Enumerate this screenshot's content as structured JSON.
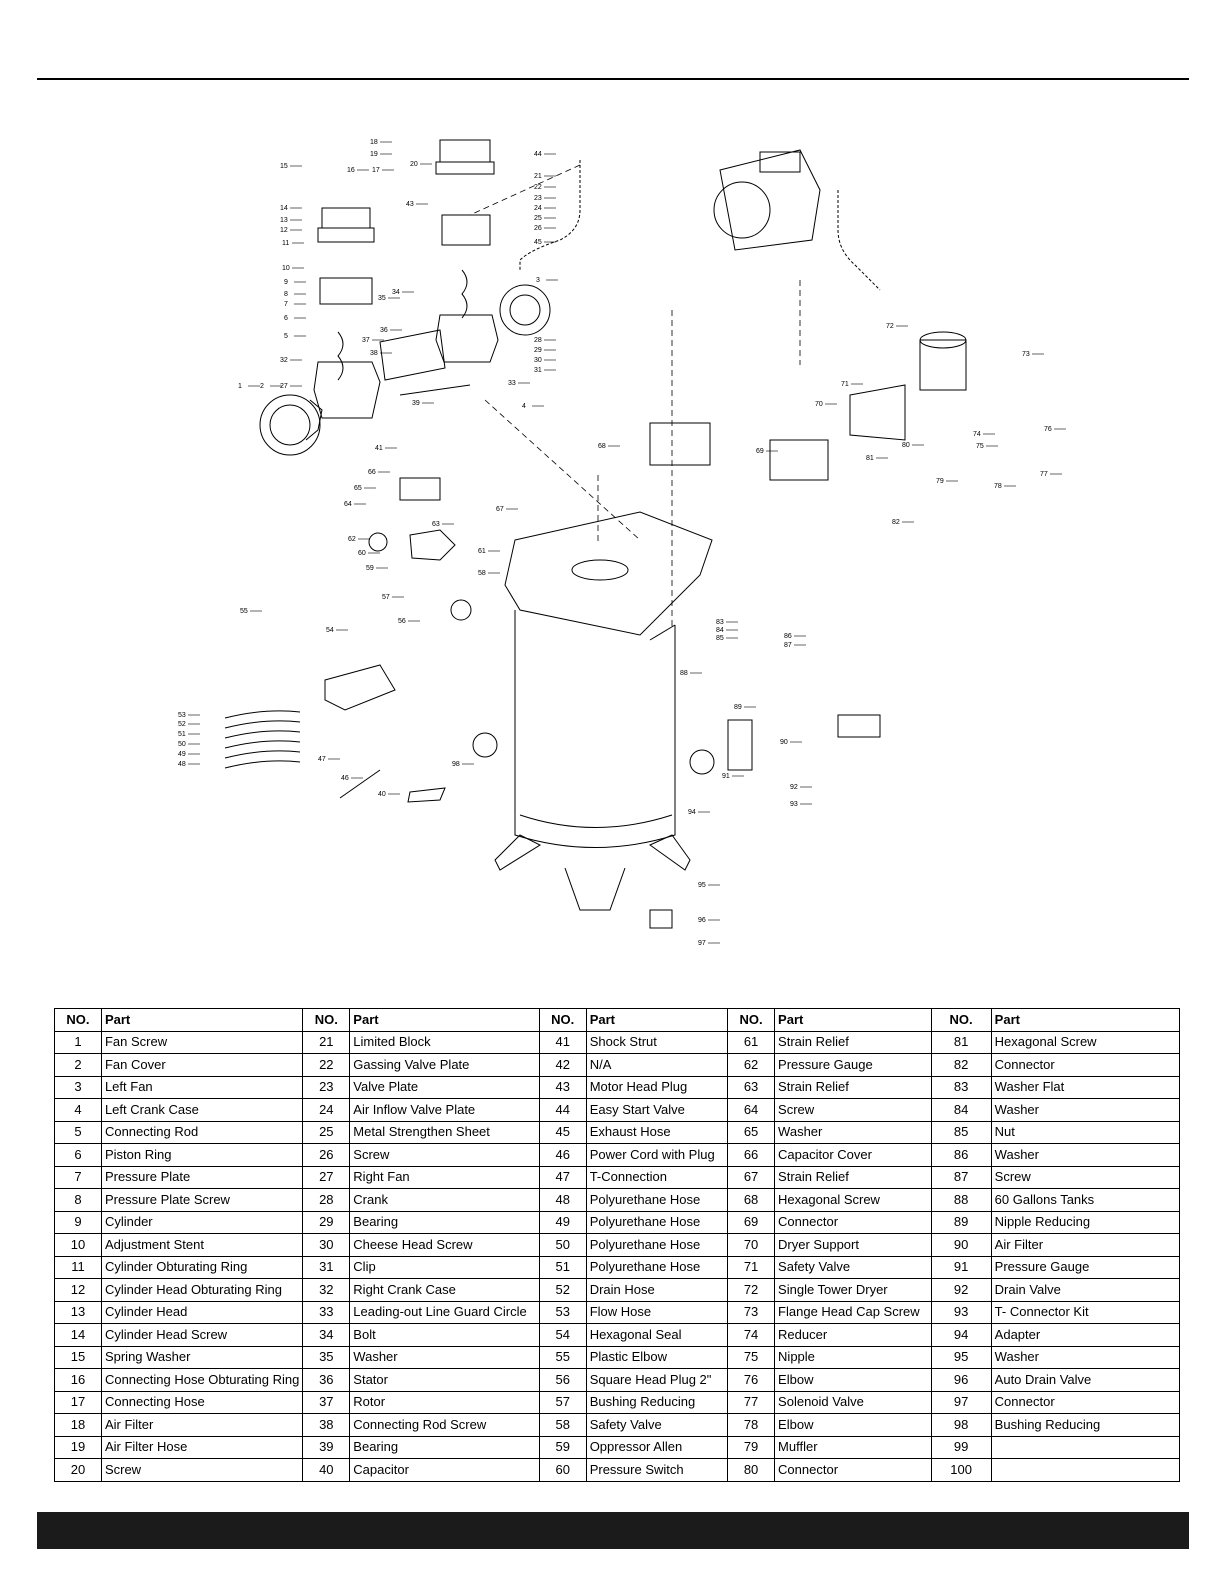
{
  "table": {
    "header_no": "NO.",
    "header_part": "Part",
    "rows": [
      [
        {
          "no": "1",
          "part": "Fan Screw"
        },
        {
          "no": "21",
          "part": "Limited Block"
        },
        {
          "no": "41",
          "part": "Shock Strut"
        },
        {
          "no": "61",
          "part": "Strain Relief"
        },
        {
          "no": "81",
          "part": "Hexagonal Screw"
        }
      ],
      [
        {
          "no": "2",
          "part": "Fan Cover"
        },
        {
          "no": "22",
          "part": "Gassing Valve Plate"
        },
        {
          "no": "42",
          "part": "N/A"
        },
        {
          "no": "62",
          "part": "Pressure Gauge"
        },
        {
          "no": "82",
          "part": "Connector"
        }
      ],
      [
        {
          "no": "3",
          "part": "Left Fan"
        },
        {
          "no": "23",
          "part": "Valve Plate"
        },
        {
          "no": "43",
          "part": "Motor Head Plug"
        },
        {
          "no": "63",
          "part": "Strain Relief"
        },
        {
          "no": "83",
          "part": "Washer Flat"
        }
      ],
      [
        {
          "no": "4",
          "part": "Left Crank Case"
        },
        {
          "no": "24",
          "part": "Air Inflow Valve Plate"
        },
        {
          "no": "44",
          "part": "Easy Start Valve"
        },
        {
          "no": "64",
          "part": "Screw"
        },
        {
          "no": "84",
          "part": "Washer"
        }
      ],
      [
        {
          "no": "5",
          "part": "Connecting Rod"
        },
        {
          "no": "25",
          "part": "Metal Strengthen Sheet"
        },
        {
          "no": "45",
          "part": "Exhaust Hose"
        },
        {
          "no": "65",
          "part": "Washer"
        },
        {
          "no": "85",
          "part": "Nut"
        }
      ],
      [
        {
          "no": "6",
          "part": "Piston Ring"
        },
        {
          "no": "26",
          "part": "Screw"
        },
        {
          "no": "46",
          "part": "Power Cord with Plug"
        },
        {
          "no": "66",
          "part": "Capacitor Cover"
        },
        {
          "no": "86",
          "part": "Washer"
        }
      ],
      [
        {
          "no": "7",
          "part": "Pressure Plate"
        },
        {
          "no": "27",
          "part": "Right Fan"
        },
        {
          "no": "47",
          "part": "T-Connection"
        },
        {
          "no": "67",
          "part": "Strain Relief"
        },
        {
          "no": "87",
          "part": "Screw"
        }
      ],
      [
        {
          "no": "8",
          "part": "Pressure Plate Screw"
        },
        {
          "no": "28",
          "part": "Crank"
        },
        {
          "no": "48",
          "part": "Polyurethane Hose"
        },
        {
          "no": "68",
          "part": "Hexagonal Screw"
        },
        {
          "no": "88",
          "part": "60 Gallons Tanks"
        }
      ],
      [
        {
          "no": "9",
          "part": "Cylinder"
        },
        {
          "no": "29",
          "part": "Bearing"
        },
        {
          "no": "49",
          "part": "Polyurethane Hose"
        },
        {
          "no": "69",
          "part": "Connector"
        },
        {
          "no": "89",
          "part": "Nipple Reducing"
        }
      ],
      [
        {
          "no": "10",
          "part": "Adjustment Stent"
        },
        {
          "no": "30",
          "part": "Cheese Head Screw"
        },
        {
          "no": "50",
          "part": "Polyurethane Hose"
        },
        {
          "no": "70",
          "part": "Dryer Support"
        },
        {
          "no": "90",
          "part": "Air Filter"
        }
      ],
      [
        {
          "no": "11",
          "part": "Cylinder Obturating Ring"
        },
        {
          "no": "31",
          "part": "Clip"
        },
        {
          "no": "51",
          "part": "Polyurethane Hose"
        },
        {
          "no": "71",
          "part": "Safety Valve"
        },
        {
          "no": "91",
          "part": "Pressure Gauge"
        }
      ],
      [
        {
          "no": "12",
          "part": "Cylinder Head Obturating Ring"
        },
        {
          "no": "32",
          "part": "Right Crank Case"
        },
        {
          "no": "52",
          "part": "Drain Hose"
        },
        {
          "no": "72",
          "part": "Single Tower Dryer"
        },
        {
          "no": "92",
          "part": "Drain Valve"
        }
      ],
      [
        {
          "no": "13",
          "part": "Cylinder Head"
        },
        {
          "no": "33",
          "part": "Leading-out Line Guard Circle"
        },
        {
          "no": "53",
          "part": "Flow Hose"
        },
        {
          "no": "73",
          "part": "Flange Head Cap Screw"
        },
        {
          "no": "93",
          "part": "T- Connector Kit"
        }
      ],
      [
        {
          "no": "14",
          "part": "Cylinder Head Screw"
        },
        {
          "no": "34",
          "part": "Bolt"
        },
        {
          "no": "54",
          "part": "Hexagonal Seal"
        },
        {
          "no": "74",
          "part": "Reducer"
        },
        {
          "no": "94",
          "part": "Adapter"
        }
      ],
      [
        {
          "no": "15",
          "part": "Spring Washer"
        },
        {
          "no": "35",
          "part": "Washer"
        },
        {
          "no": "55",
          "part": "Plastic Elbow"
        },
        {
          "no": "75",
          "part": "Nipple"
        },
        {
          "no": "95",
          "part": "Washer"
        }
      ],
      [
        {
          "no": "16",
          "part": "Connecting Hose Obturating Ring"
        },
        {
          "no": "36",
          "part": "Stator"
        },
        {
          "no": "56",
          "part": "Square Head Plug 2\""
        },
        {
          "no": "76",
          "part": "Elbow"
        },
        {
          "no": "96",
          "part": "Auto Drain Valve"
        }
      ],
      [
        {
          "no": "17",
          "part": "Connecting Hose"
        },
        {
          "no": "37",
          "part": "Rotor"
        },
        {
          "no": "57",
          "part": "Bushing Reducing"
        },
        {
          "no": "77",
          "part": "Solenoid Valve"
        },
        {
          "no": "97",
          "part": "Connector"
        }
      ],
      [
        {
          "no": "18",
          "part": "Air Filter"
        },
        {
          "no": "38",
          "part": "Connecting Rod Screw"
        },
        {
          "no": "58",
          "part": "Safety Valve"
        },
        {
          "no": "78",
          "part": "Elbow"
        },
        {
          "no": "98",
          "part": "Bushing Reducing"
        }
      ],
      [
        {
          "no": "19",
          "part": "Air Filter Hose"
        },
        {
          "no": "39",
          "part": "Bearing"
        },
        {
          "no": "59",
          "part": "Oppressor Allen"
        },
        {
          "no": "79",
          "part": "Muffler"
        },
        {
          "no": "99",
          "part": ""
        }
      ],
      [
        {
          "no": "20",
          "part": "Screw"
        },
        {
          "no": "40",
          "part": "Capacitor"
        },
        {
          "no": "60",
          "part": "Pressure Switch"
        },
        {
          "no": "80",
          "part": "Connector"
        },
        {
          "no": "100",
          "part": ""
        }
      ]
    ]
  },
  "diagram": {
    "callouts": [
      "1",
      "2",
      "3",
      "4",
      "5",
      "6",
      "7",
      "8",
      "9",
      "10",
      "11",
      "12",
      "13",
      "14",
      "15",
      "16",
      "17",
      "18",
      "19",
      "20",
      "21",
      "22",
      "23",
      "24",
      "25",
      "26",
      "27",
      "28",
      "29",
      "30",
      "31",
      "32",
      "33",
      "34",
      "35",
      "36",
      "37",
      "38",
      "39",
      "40",
      "41",
      "43",
      "44",
      "45",
      "46",
      "47",
      "48",
      "49",
      "50",
      "51",
      "52",
      "53",
      "54",
      "55",
      "56",
      "57",
      "58",
      "59",
      "60",
      "61",
      "62",
      "63",
      "64",
      "65",
      "66",
      "67",
      "68",
      "69",
      "70",
      "71",
      "72",
      "73",
      "74",
      "75",
      "76",
      "77",
      "78",
      "79",
      "80",
      "81",
      "82",
      "83",
      "84",
      "85",
      "86",
      "87",
      "88",
      "89",
      "90",
      "91",
      "92",
      "93",
      "94",
      "95",
      "96",
      "97",
      "98"
    ]
  }
}
